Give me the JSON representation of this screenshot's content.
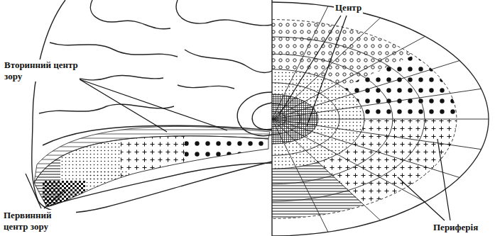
{
  "diagram": {
    "labels": [
      "Вторинний центр зору",
      "Первинний центр зору",
      "Центр",
      "Периферія"
    ]
  }
}
